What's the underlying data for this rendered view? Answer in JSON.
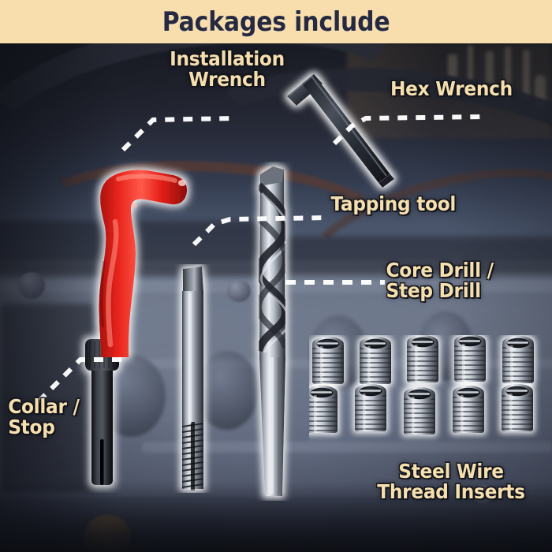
{
  "header": {
    "title": "Packages include",
    "background_color": "#f8deac",
    "text_color": "#252a42"
  },
  "theme": {
    "label_text_color": "#f6dfae",
    "label_outline_color": "#12141c",
    "leader_line_color": "#ffffff",
    "tool_glow_color": "#ffffff",
    "wrench_handle_color": "#e8241d",
    "photo_background": "engine-bay-photo"
  },
  "callouts": [
    {
      "id": "installation-wrench",
      "label": "Installation\nWrench",
      "target": "red-installation-wrench-tool"
    },
    {
      "id": "hex-wrench",
      "label": "Hex Wrench",
      "target": "hex-allen-key-tool"
    },
    {
      "id": "tapping-tool",
      "label": "Tapping tool",
      "target": "thread-tap-tool"
    },
    {
      "id": "core-drill",
      "label": "Core Drill /\nStep Drill",
      "target": "twist-drill-bit-tool"
    },
    {
      "id": "collar-stop",
      "label": "Collar /\nStop",
      "target": "collar-stop-part"
    },
    {
      "id": "thread-inserts",
      "label": "Steel Wire\nThread Inserts",
      "target": "thread-insert-grid"
    }
  ],
  "inserts": {
    "count": 10,
    "rows": 2,
    "columns": 5,
    "material": "steel-wire-coil"
  }
}
